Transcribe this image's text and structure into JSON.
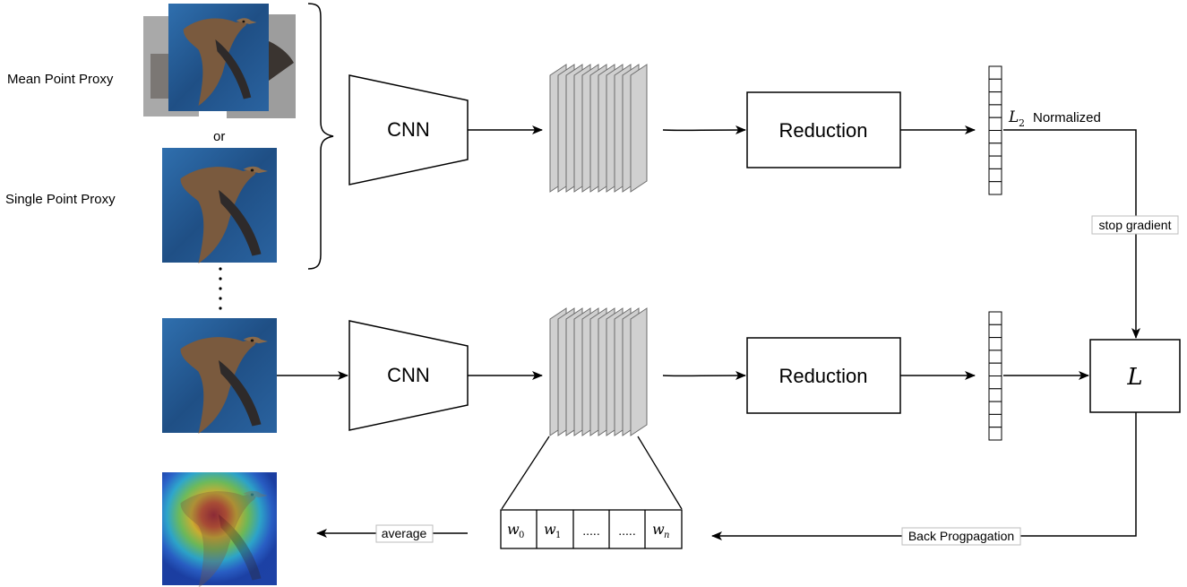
{
  "labels": {
    "mean_point_proxy": "Mean Point Proxy",
    "or": "or",
    "single_point_proxy": "Single Point Proxy",
    "cnn_top": "CNN",
    "cnn_bottom": "CNN",
    "reduction_top": "Reduction",
    "reduction_bottom": "Reduction",
    "l2_symbol": "L",
    "l2_subscript": "2",
    "normalized": "Normalized",
    "stop_gradient": "stop gradient",
    "loss": "L",
    "back_propagation": "Back Progpagation",
    "average": "average",
    "weights": {
      "w0_base": "w",
      "w0_sub": "0",
      "w1_base": "w",
      "w1_sub": "1",
      "dots_a": ".....",
      "dots_b": ".....",
      "wn_base": "w",
      "wn_sub": "n"
    }
  },
  "colors": {
    "water_dark": "#1c4a78",
    "water_mid": "#2d6aa6",
    "bird_brown": "#7a5a3e",
    "bird_dark": "#2e2a2a",
    "gray_photo": "#a9a9a9",
    "feature_map": "#d0d0d0",
    "stroke": "#000000"
  },
  "icons": {
    "input_image": "bird-photo",
    "attention_map": "heatmap-overlay",
    "feature_stack": "feature-map-stack",
    "embedding_vector": "vector-column"
  }
}
